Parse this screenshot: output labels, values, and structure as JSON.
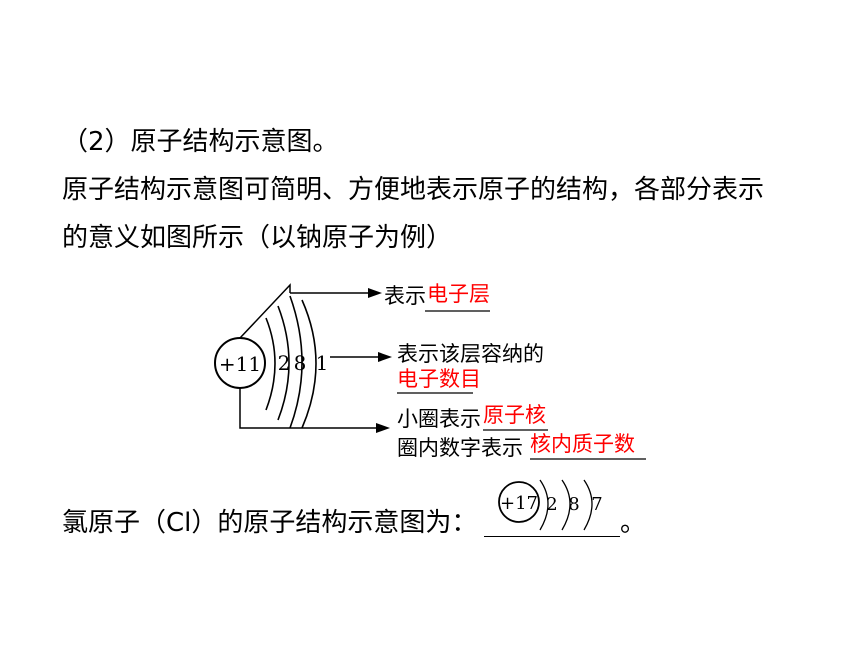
{
  "text": {
    "line1": "（2）原子结构示意图。",
    "line2": "原子结构示意图可简明、方便地表示原子的结构，各部分表示",
    "line3": "的意义如图所示（以钠原子为例）",
    "line4": "氯原子（Cl）的原子结构示意图为："
  },
  "diagram": {
    "nucleus": "+11",
    "shells": [
      "2",
      "8",
      "1"
    ],
    "label1_prefix": "表示",
    "label1_answer": "电子层",
    "label2_prefix": "表示该层容纳的",
    "label2_answer": "电子数目",
    "label3_prefix": "小圈表示",
    "label3_answer": "原子核",
    "label4_prefix": "圈内数字表示",
    "label4_answer": "核内质子数"
  },
  "answer": {
    "nucleus": "+17",
    "shells": [
      "2",
      "8",
      "7"
    ],
    "period": "。"
  },
  "colors": {
    "answer": "#ff0000",
    "text": "#000000"
  }
}
